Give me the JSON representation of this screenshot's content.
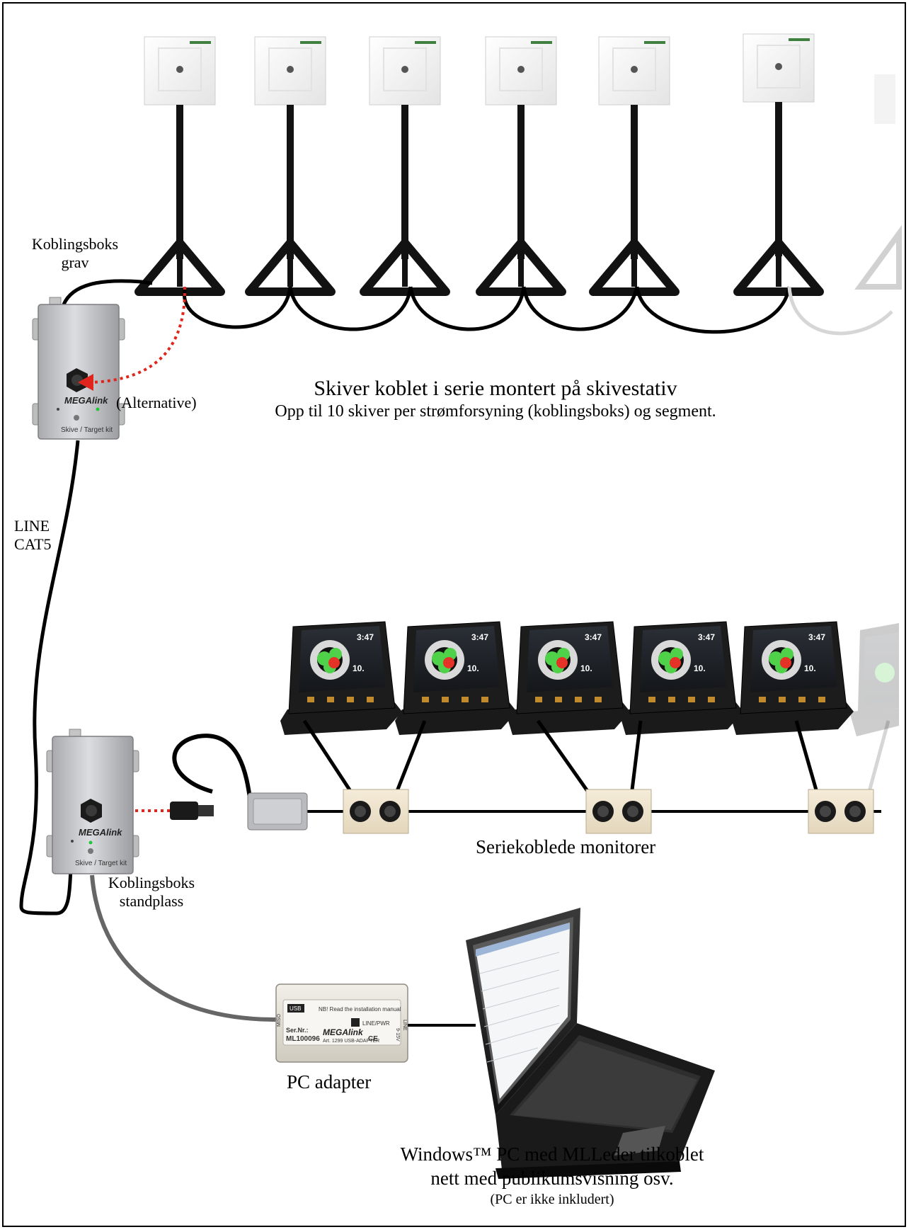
{
  "labels": {
    "koblingsboks_grav_line1": "Koblingsboks",
    "koblingsboks_grav_line2": "grav",
    "alternative": "(Alternative)",
    "targets_caption_line1": "Skiver koblet i serie montert på skivestativ",
    "targets_caption_line2": "Opp til 10 skiver per strømforsyning (koblingsboks) og segment.",
    "line_cat5_line1": "LINE",
    "line_cat5_line2": "CAT5",
    "monitors_caption": "Seriekoblede monitorer",
    "koblingsboks_standplass_line1": "Koblingsboks",
    "koblingsboks_standplass_line2": "standplass",
    "pc_adapter": "PC adapter",
    "pc_caption_line1": "Windows™ PC med MLLeder tilkoblet",
    "pc_caption_line2": "nett med publikumsvisning osv.",
    "pc_caption_line3": "(PC er ikke inkludert)"
  },
  "junction_box": {
    "brand": "MEGAlink",
    "label": "Skive / Target kit"
  },
  "target_brand": "MEGAlink",
  "monitor": {
    "time": "3:47",
    "score": "10."
  },
  "usb_adapter": {
    "usb_label": "USB",
    "note": "NB! Read the installation manual",
    "port_label": "LINE/PWR",
    "ser_label": "Ser.Nr.:",
    "serial": "ML100096",
    "brand": "MEGAlink",
    "article": "Art. 1299 USB-ADAPTER",
    "side_left": "MISO",
    "side_right": "LINE",
    "voltage": "9-15V",
    "marks": "CE"
  },
  "colors": {
    "cable": "#000000",
    "faded_cable": "#d6d6d6",
    "alt_dotted": "#e0261c",
    "grey_cable": "#666666",
    "box_metal": "#c9c9cb",
    "target_face": "#f7f7f7",
    "monitor_body": "#1c1c1c",
    "hit_green": "#4fd14a",
    "hit_red": "#e53226"
  }
}
